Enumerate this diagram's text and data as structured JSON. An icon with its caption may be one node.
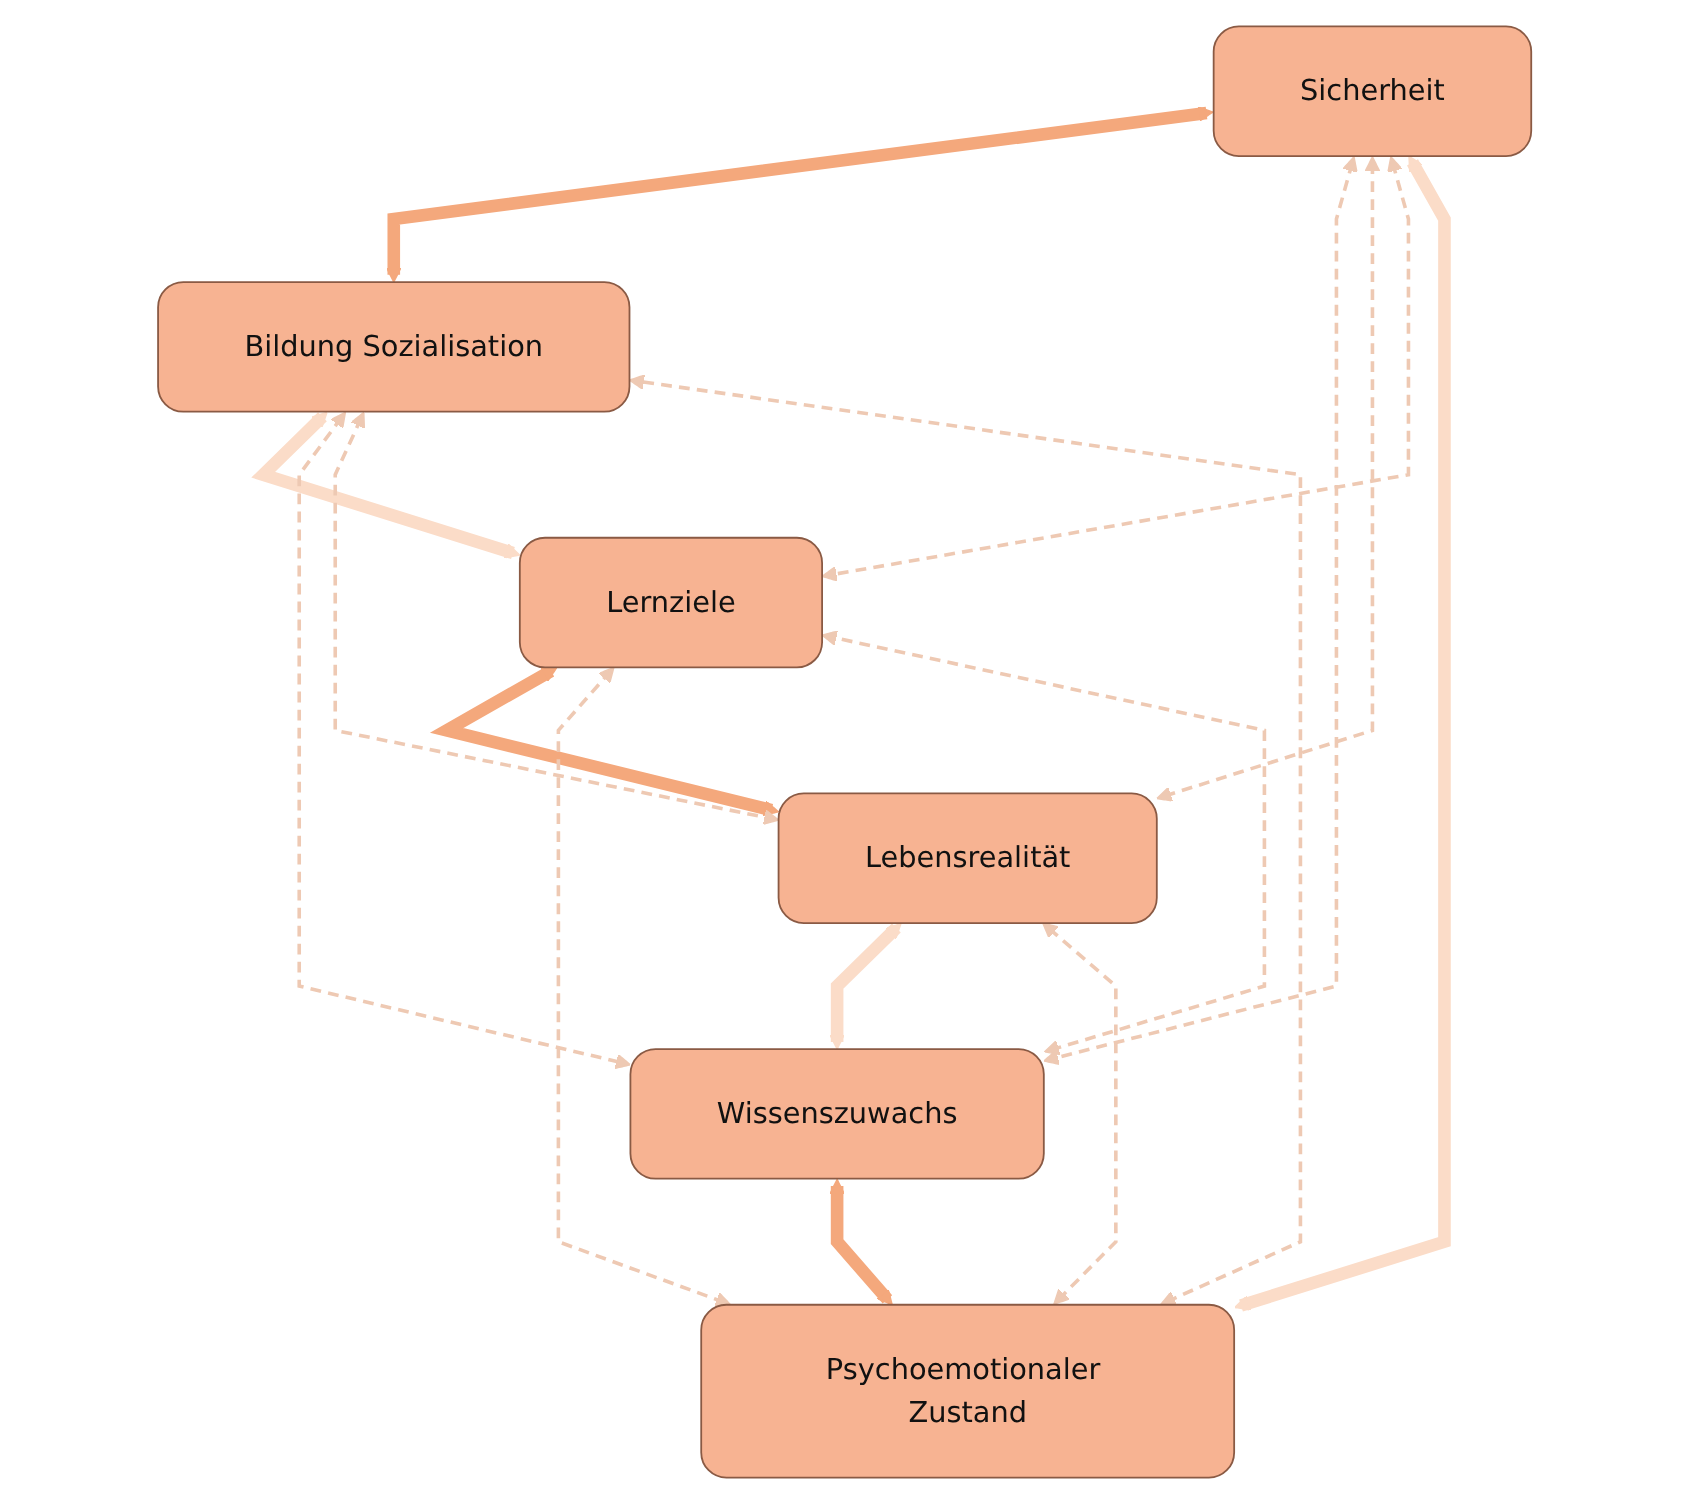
{
  "diagram": {
    "nodes": [
      {
        "text": [
          "Sicherheit"
        ]
      },
      {
        "text": [
          "Bildung Sozialisation"
        ]
      },
      {
        "text": [
          "Lernziele"
        ]
      },
      {
        "text": [
          "Lebensrealität"
        ]
      },
      {
        "text": [
          "Wissenszuwachs"
        ]
      },
      {
        "text": [
          "Psychoemotionaler Zustand"
        ]
      }
    ],
    "edges": [
      {
        "from": 0,
        "to": 1,
        "arrow": "both",
        "style": "thick",
        "color": "#f4a87c"
      },
      {
        "from": 1,
        "to": 2,
        "arrow": "both",
        "style": "thick",
        "color": "#fbdcc8"
      },
      {
        "from": 2,
        "to": 3,
        "arrow": "both",
        "style": "thick",
        "color": "#f4a87c"
      },
      {
        "from": 3,
        "to": 4,
        "arrow": "both",
        "style": "thick",
        "color": "#fbdcc8"
      },
      {
        "from": 4,
        "to": 5,
        "arrow": "both",
        "style": "thick",
        "color": "#f4a87c"
      },
      {
        "from": 5,
        "to": 0,
        "arrow": "both",
        "style": "thick",
        "color": "#fbdcc8"
      },
      {
        "from": 5,
        "to": 1,
        "arrow": "both",
        "style": "dashed"
      },
      {
        "from": 0,
        "to": 4,
        "arrow": "both",
        "style": "dashed"
      },
      {
        "from": 0,
        "to": 3,
        "arrow": "both",
        "style": "dashed"
      },
      {
        "from": 0,
        "to": 2,
        "arrow": "both",
        "style": "dashed"
      },
      {
        "from": 5,
        "to": 2,
        "arrow": "both",
        "style": "dashed"
      },
      {
        "from": 5,
        "to": 3,
        "arrow": "both",
        "style": "dashed"
      },
      {
        "from": 1,
        "to": 4,
        "arrow": "both",
        "style": "dashed"
      },
      {
        "from": 1,
        "to": 3,
        "arrow": "both",
        "style": "dashed"
      },
      {
        "from": 4,
        "to": 2,
        "arrow": "both",
        "style": "dashed"
      }
    ]
  }
}
